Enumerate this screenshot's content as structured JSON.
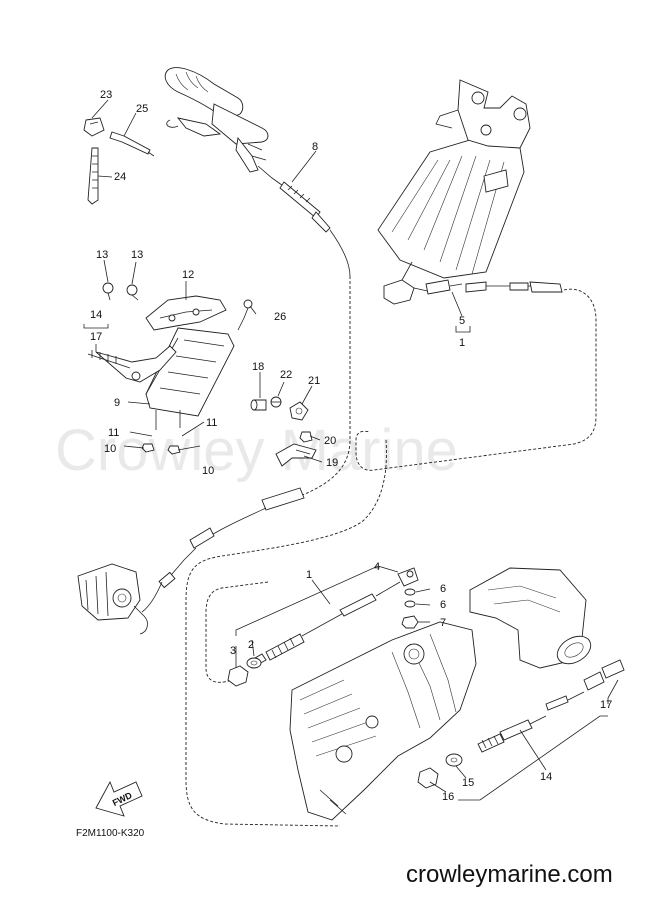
{
  "watermark": "Crowley Marine",
  "diagram_code": "F2M1100-K320",
  "site_footer": "crowleymarine.com",
  "fwd_label": "FWD",
  "callouts": {
    "c1_top": "1",
    "c5": "5",
    "c1_mid": "1",
    "c2": "2",
    "c3": "3",
    "c4": "4",
    "c6a": "6",
    "c6b": "6",
    "c7": "7",
    "c8": "8",
    "c9": "9",
    "c10a": "10",
    "c10b": "10",
    "c11a": "11",
    "c11b": "11",
    "c12": "12",
    "c13a": "13",
    "c13b": "13",
    "c14_top": "14",
    "c14_bot": "14",
    "c15": "15",
    "c16": "16",
    "c17_top": "17",
    "c17_bot": "17",
    "c18": "18",
    "c19": "19",
    "c20": "20",
    "c21": "21",
    "c22": "22",
    "c23": "23",
    "c24": "24",
    "c25": "25",
    "c26": "26"
  }
}
